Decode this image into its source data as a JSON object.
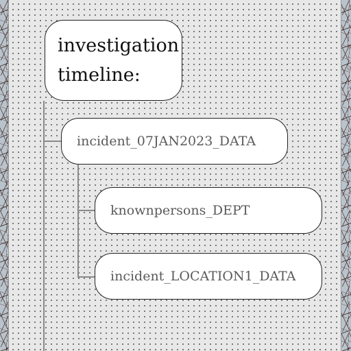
{
  "timeline": {
    "root_label": "investigation timeline:",
    "nodes": [
      {
        "label": "incident_07JAN2023_DATA"
      },
      {
        "label": "knownpersons_DEPT"
      },
      {
        "label": "incident_LOCATION1_DATA"
      }
    ]
  }
}
